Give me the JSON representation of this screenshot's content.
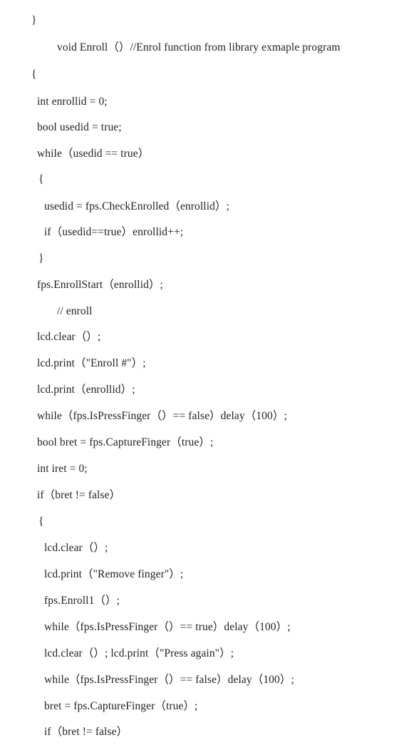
{
  "code_lines": [
    "}",
    "void Enroll（）//Enrol function from library exmaple program",
    "{",
    "int enrollid = 0;",
    "bool usedid = true;",
    "while（usedid == true）",
    "{",
    "usedid = fps.CheckEnrolled（enrollid）;",
    "if（usedid==true）enrollid++;",
    "}",
    "fps.EnrollStart（enrollid）;",
    "// enroll",
    "lcd.clear（）;",
    "lcd.print（\"Enroll #\"）;",
    "lcd.print（enrollid）;",
    "while（fps.IsPressFinger（）== false）delay（100）;",
    "bool bret = fps.CaptureFinger（true）;",
    "int iret = 0;",
    "if（bret != false）",
    "{",
    "lcd.clear（）;",
    "lcd.print（\"Remove finger\"）;",
    "fps.Enroll1（）;",
    "while（fps.IsPressFinger（）== true）delay（100）;",
    "lcd.clear（）; lcd.print（\"Press again\"）;",
    "while（fps.IsPressFinger（）== false）delay（100）;",
    "bret = fps.CaptureFinger（true）;",
    "if（bret != false）"
  ]
}
